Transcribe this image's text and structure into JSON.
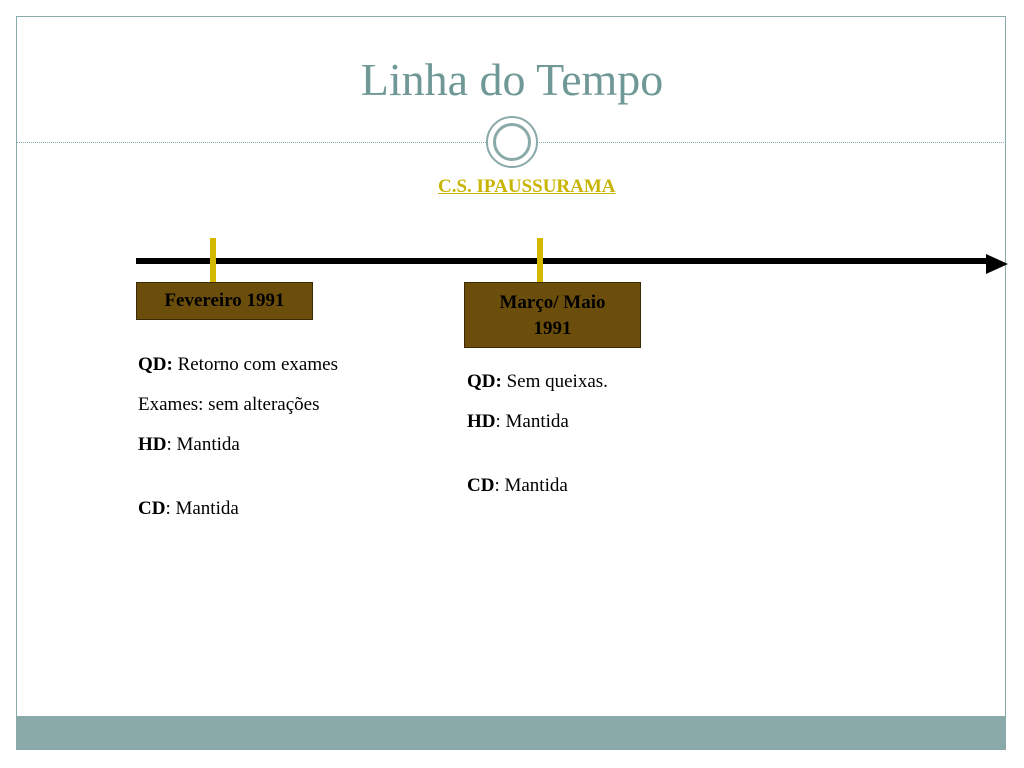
{
  "title": "Linha do Tempo",
  "site": "C.S. IPAUSSURAMA",
  "colors": {
    "accent": "#8aaaa9",
    "title": "#6f9896",
    "event_box": "#6b4e0c",
    "tick": "#d4b800",
    "site_link": "#c8b400"
  },
  "events": [
    {
      "label": "Fevereiro 1991",
      "notes": {
        "qd_label": "QD:",
        "qd_text": "Retorno com exames",
        "exams_text": "Exames: sem alterações",
        "hd_label": "HD",
        "hd_text": ": Mantida",
        "cd_label": "CD",
        "cd_text": ":  Mantida"
      }
    },
    {
      "label_line1": "Março/ Maio",
      "label_line2": "1991",
      "notes": {
        "qd_label": "QD:",
        "qd_text": "Sem queixas.",
        "hd_label": "HD",
        "hd_text": ": Mantida",
        "cd_label": "CD",
        "cd_text": ":  Mantida"
      }
    }
  ]
}
